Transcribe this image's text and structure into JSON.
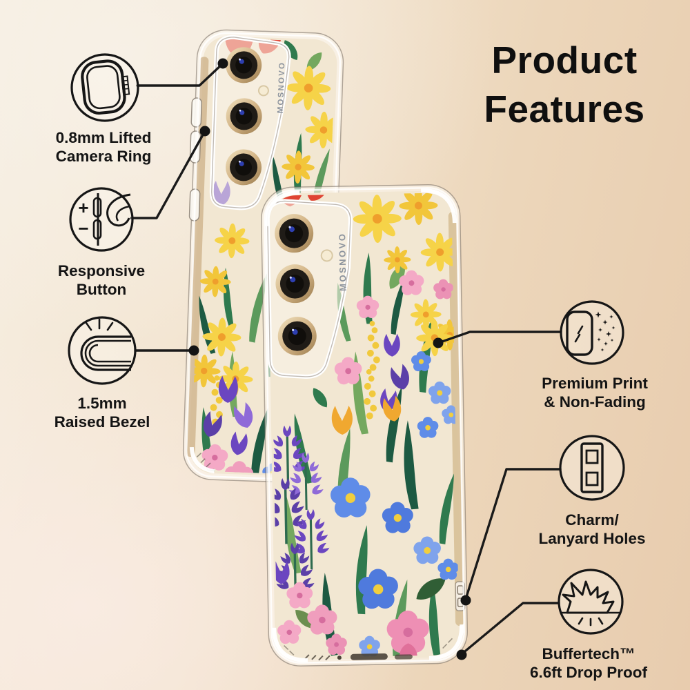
{
  "title": {
    "line1": "Product",
    "line2": "Features"
  },
  "case_brand": "MOSNOVO",
  "features": [
    {
      "id": "lifted-camera-ring",
      "line1": "0.8mm Lifted",
      "line2": "Camera Ring"
    },
    {
      "id": "responsive-button",
      "line1": "Responsive",
      "line2": "Button"
    },
    {
      "id": "raised-bezel",
      "line1": "1.5mm",
      "line2": "Raised Bezel"
    },
    {
      "id": "premium-print",
      "line1": "Premium Print",
      "line2": "& Non-Fading"
    },
    {
      "id": "lanyard-holes",
      "line1": "Charm/",
      "line2": "Lanyard Holes"
    },
    {
      "id": "drop-proof",
      "line1": "Buffertech™",
      "line2": "6.6ft Drop Proof"
    }
  ],
  "icon_glyphs": {
    "plus": "+",
    "minus": "−"
  },
  "colors": {
    "line": "#1a1a1a",
    "text": "#141414",
    "background_light": "#f6eee1",
    "background_peach": "#e8ccae",
    "case_cream": "#f2e7d2",
    "gold_ring": "#cfae7d",
    "flower_yellow": "#f6d348",
    "flower_pink": "#f4a9c6",
    "flower_purple": "#6b46c0",
    "flower_blue": "#5f8ce8",
    "flower_red": "#df4433",
    "leaf_green": "#2f7a4e"
  }
}
